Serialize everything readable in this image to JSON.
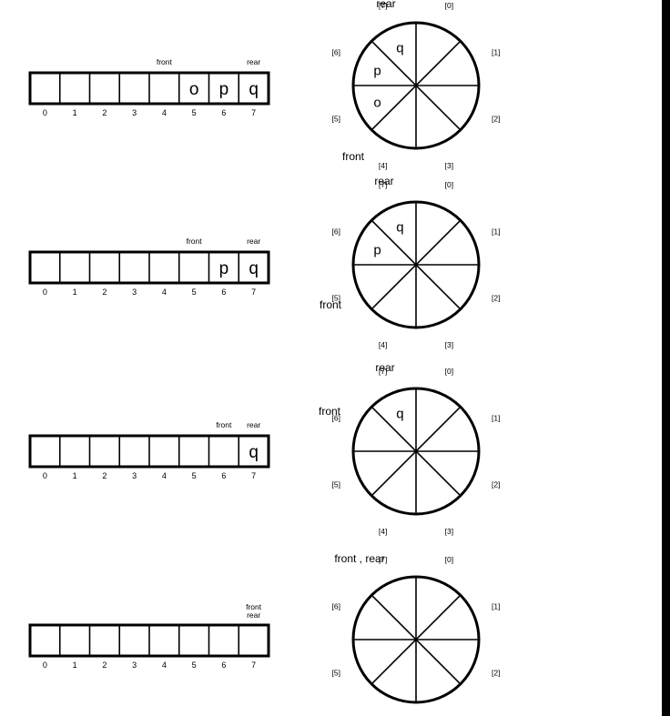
{
  "colors": {
    "ink": "#000000",
    "paper": "#ffffff",
    "edge_bar": "#000000"
  },
  "index_labels": [
    "0",
    "1",
    "2",
    "3",
    "4",
    "5",
    "6",
    "7"
  ],
  "slot_labels": [
    "[0]",
    "[1]",
    "[2]",
    "[3]",
    "[4]",
    "[5]",
    "[6]",
    "[7]"
  ],
  "panels": [
    {
      "array": {
        "cells": [
          "",
          "",
          "",
          "",
          "",
          "o",
          "p",
          "q"
        ],
        "front_label": "front",
        "rear_label": "rear"
      },
      "circle": {
        "slot_contents": [
          "",
          "",
          "",
          "",
          "",
          "o",
          "p",
          "q"
        ],
        "front_label": "front",
        "rear_label": "rear"
      }
    },
    {
      "array": {
        "cells": [
          "",
          "",
          "",
          "",
          "",
          "",
          "p",
          "q"
        ],
        "front_label": "front",
        "rear_label": "rear"
      },
      "circle": {
        "slot_contents": [
          "",
          "",
          "",
          "",
          "",
          "",
          "p",
          "q"
        ],
        "front_label": "front",
        "rear_label": "rear"
      }
    },
    {
      "array": {
        "cells": [
          "",
          "",
          "",
          "",
          "",
          "",
          "",
          "q"
        ],
        "front_label": "front",
        "rear_label": "rear"
      },
      "circle": {
        "slot_contents": [
          "",
          "",
          "",
          "",
          "",
          "",
          "",
          "q"
        ],
        "front_label": "front",
        "rear_label": "rear"
      }
    },
    {
      "array": {
        "cells": [
          "",
          "",
          "",
          "",
          "",
          "",
          "",
          ""
        ],
        "front_label": "front",
        "rear_label": "rear"
      },
      "circle": {
        "slot_contents": [
          "",
          "",
          "",
          "",
          "",
          "",
          "",
          ""
        ],
        "front_rear_label": "front , rear"
      }
    }
  ]
}
